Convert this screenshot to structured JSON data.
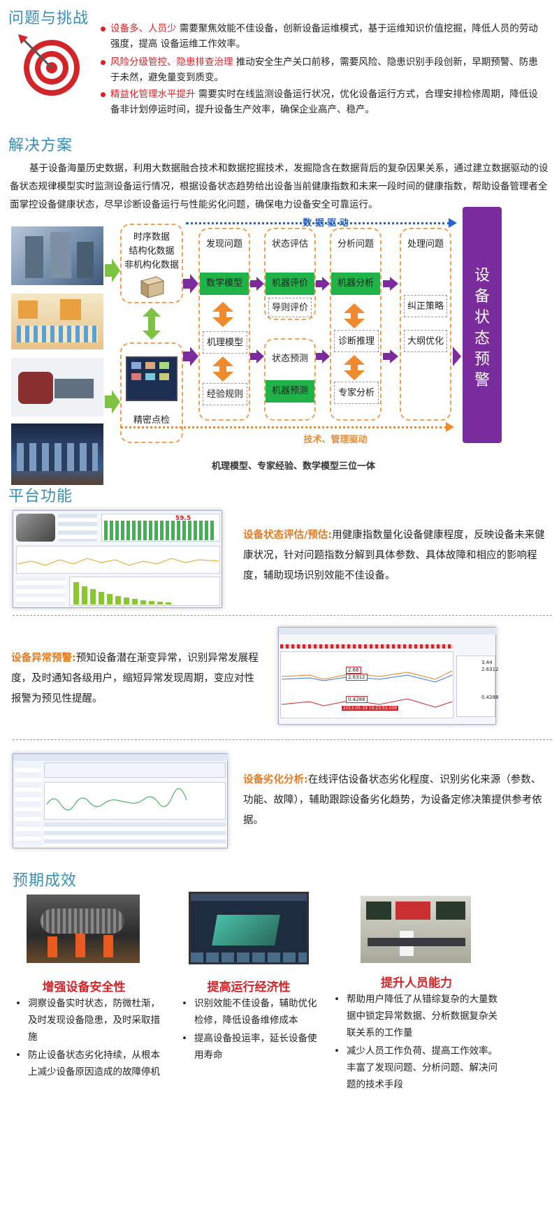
{
  "sections": {
    "problems_title": "问题与挑战",
    "solution_title": "解决方案",
    "platform_title": "平台功能",
    "results_title": "预期成效"
  },
  "challenges": [
    {
      "highlight": "设备多、人员少",
      "text": " 需要聚焦效能不佳设备，创新设备运维模式，基于运维知识价值挖掘，降低人员的劳动强度，提高 设备运维工作效率。"
    },
    {
      "highlight": "风险分级管控、隐患排查治理",
      "text": " 推动安全生产关口前移，需要风险、隐患识别手段创新，早期预警、防患于未然，避免量变到质变。"
    },
    {
      "highlight": "精益化管理水平提升",
      "text": " 需要实时在线监测设备运行状况，优化设备运行方式，合理安排检修周期，降低设备非计划停运时间，提升设备生产效率，确保企业高产、稳产。"
    }
  ],
  "solution_text": "基于设备海量历史数据，利用大数据融合技术和数据挖掘技术，发掘隐含在数据背后的复杂因果关系，通过建立数据驱动的设备状态规律模型实时监测设备运行情况，根据设备状态趋势给出设备当前健康指数和未来一段时间的健康指数，帮助设备管理者全面掌控设备健康状态，尽早诊断设备运行与性能劣化问题，确保电力设备安全可靠运行。",
  "diagram": {
    "data_drive": "数 据 驱 动",
    "tech_drive": "技术、管理驱动",
    "caption": "机理模型、专家经验、数学模型三位一体",
    "data_sources": [
      "时序数据",
      "结构化数据",
      "非机构化数据"
    ],
    "inspection": "精密点检",
    "col1": {
      "title": "发现问题",
      "items": [
        "数学模型",
        "机理模型",
        "经验规则"
      ]
    },
    "col2": {
      "title": "状态评估",
      "items": [
        "机器评价",
        "导则评价"
      ],
      "title2": "状态预测",
      "items2": [
        "机器预测"
      ]
    },
    "col3": {
      "title": "分析问题",
      "items": [
        "机器分析",
        "诊断推理",
        "专家分析"
      ]
    },
    "col4": {
      "title": "处理问题",
      "items": [
        "纠正策略",
        "大纲优化"
      ]
    },
    "warning": "设备状态预警"
  },
  "features": [
    {
      "title": "设备状态评估/预估:",
      "text": "用健康指数量化设备健康程度，反映设备未来健康状况，针对问题指数分解到具体参数、具体故障和相应的影响程度，辅助现场识别效能不佳设备。"
    },
    {
      "title": "设备异常预警:",
      "text": "预知设备潜在渐变异常，识别异常发展程度，及时通知各级用户，缩短异常发现周期，变应对性报警为预见性提醒。"
    },
    {
      "title": "设备劣化分析:",
      "text": "在线评估设备状态劣化程度、识别劣化来源（参数、功能、故障），辅助跟踪设备劣化趋势，为设备定修决策提供参考依据。"
    }
  ],
  "screens": {
    "shot1_value": "59.5",
    "shot2_values": [
      "2.66",
      "2.6312",
      "0.4288",
      "3.44",
      "2.6312",
      "0.4288"
    ],
    "shot2_date": "2013-05-19 16:23:53.000"
  },
  "results": [
    {
      "title": "增强设备安全性",
      "items": [
        "洞察设备实时状态，防微杜渐，及时发现设备隐患，及时采取措施",
        "防止设备状态劣化持续，从根本上减少设备原因造成的故障停机"
      ]
    },
    {
      "title": "提高运行经济性",
      "items": [
        "识别效能不佳设备，辅助优化检修，降低设备维修成本",
        "提高设备投运率，延长设备使用寿命"
      ]
    },
    {
      "title": "提升人员能力",
      "items": [
        "帮助用户降低了从错综复杂的大量数据中锁定异常数据、分析数据复杂关联关系的工作量",
        "减少人员工作负荷、提高工作效率。丰富了发现问题、分析问题、解决问题的技术手段"
      ]
    }
  ],
  "colors": {
    "accent_blue": "#3a8fb7",
    "red": "#d2252a",
    "orange": "#e87a1e",
    "green": "#1fb34a",
    "purple": "#7a2c9c"
  }
}
